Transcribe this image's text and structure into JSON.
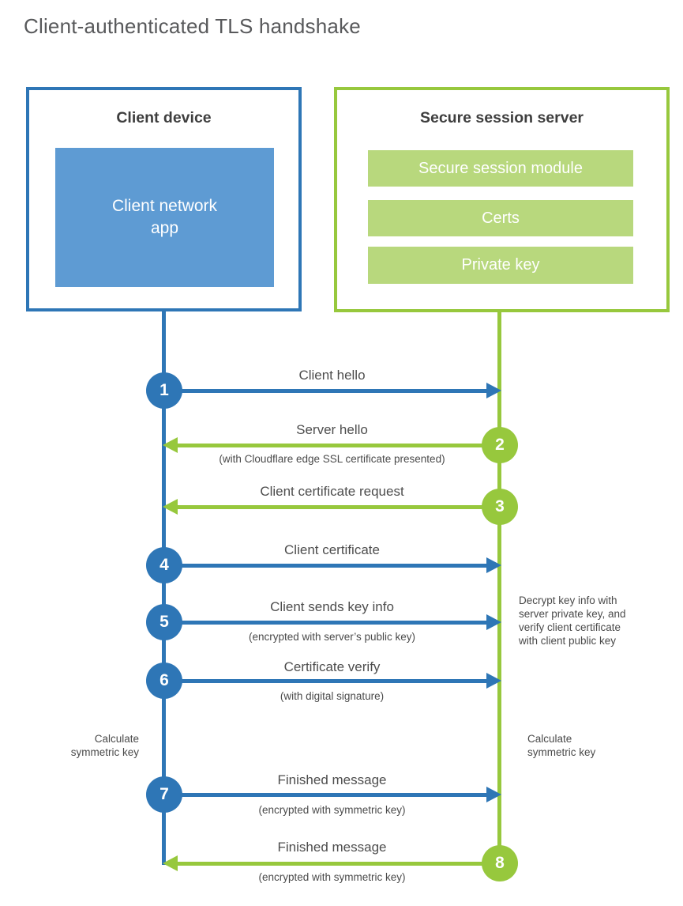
{
  "title": "Client-authenticated TLS handshake",
  "client_box": {
    "title": "Client device",
    "app": "Client network app"
  },
  "server_box": {
    "title": "Secure session server",
    "modules": [
      "Secure session module",
      "Certs",
      "Private key"
    ]
  },
  "steps": [
    {
      "number": "1",
      "from": "client",
      "to": "server",
      "label": "Client hello",
      "sublabel": ""
    },
    {
      "number": "2",
      "from": "server",
      "to": "client",
      "label": "Server hello",
      "sublabel": "(with Cloudflare edge SSL certificate presented)"
    },
    {
      "number": "3",
      "from": "server",
      "to": "client",
      "label": "Client certificate request",
      "sublabel": ""
    },
    {
      "number": "4",
      "from": "client",
      "to": "server",
      "label": "Client certificate",
      "sublabel": ""
    },
    {
      "number": "5",
      "from": "client",
      "to": "server",
      "label": "Client sends key info",
      "sublabel": "(encrypted with server’s public key)"
    },
    {
      "number": "6",
      "from": "client",
      "to": "server",
      "label": "Certificate verify",
      "sublabel": "(with digital signature)"
    },
    {
      "number": "7",
      "from": "client",
      "to": "server",
      "label": "Finished message",
      "sublabel": "(encrypted with symmetric key)"
    },
    {
      "number": "8",
      "from": "server",
      "to": "client",
      "label": "Finished message",
      "sublabel": "(encrypted with symmetric key)"
    }
  ],
  "notes": {
    "decrypt": "Decrypt key info with server private key, and verify client certificate with client public key",
    "calc_client": "Calculate symmetric key",
    "calc_server": "Calculate symmetric key"
  },
  "colors": {
    "blue": "#2E76B6",
    "blue_fill": "#5E9BD3",
    "green": "#97C83D",
    "green_fill": "#B8D87D"
  }
}
